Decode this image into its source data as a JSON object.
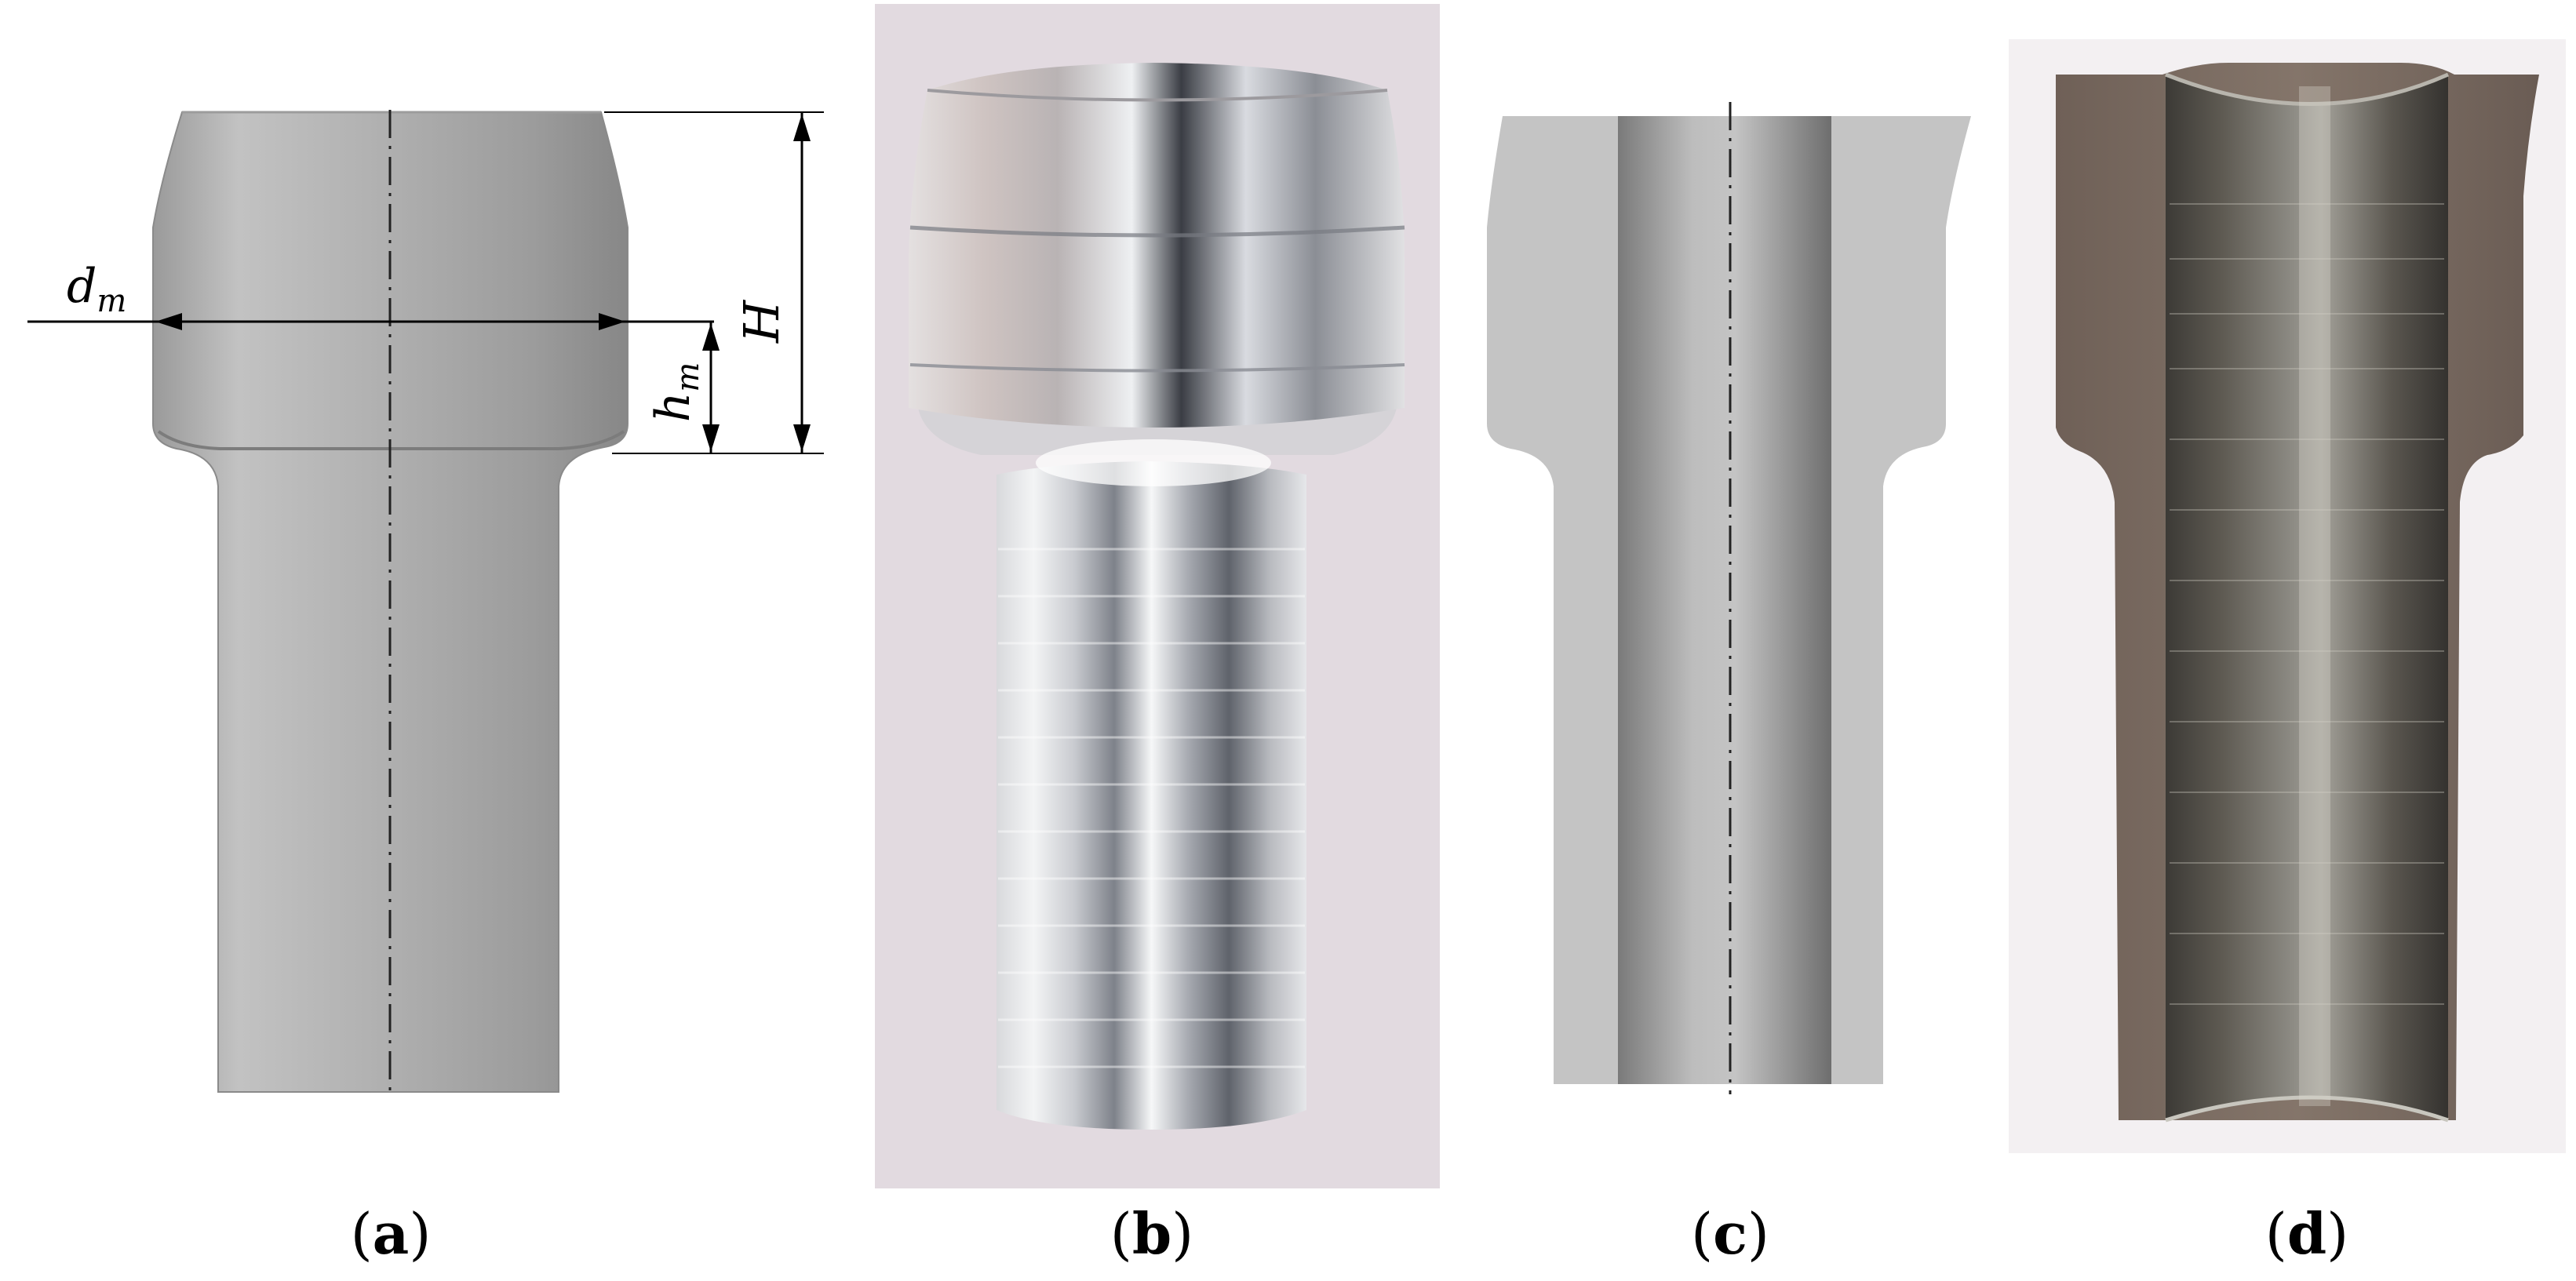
{
  "panels": [
    {
      "id": "a",
      "letter": "a",
      "kind": "3D rendered model of the upset tubular part with dimension annotations"
    },
    {
      "id": "b",
      "letter": "b",
      "kind": "photograph of the upset aluminium part"
    },
    {
      "id": "c",
      "letter": "c",
      "kind": "axial cross-section drawing of the part"
    },
    {
      "id": "d",
      "letter": "d",
      "kind": "photograph of the sectioned part"
    }
  ],
  "dimensions": {
    "diameter": {
      "base": "d",
      "sub": "m"
    },
    "height_m": {
      "base": "h",
      "sub": "m"
    },
    "height_total": {
      "base": "H"
    }
  },
  "colors": {
    "render_light": "#b4b4b4",
    "render_dark": "#8a8a8a",
    "section_fill": "#c4c4c4",
    "photo_b_bg": "#e8e2e8",
    "metal_light": "#eef0f2",
    "metal_dark": "#6c7078",
    "photo_d_bg": "#f4f1f3",
    "cut_face": "#7d6e63"
  }
}
